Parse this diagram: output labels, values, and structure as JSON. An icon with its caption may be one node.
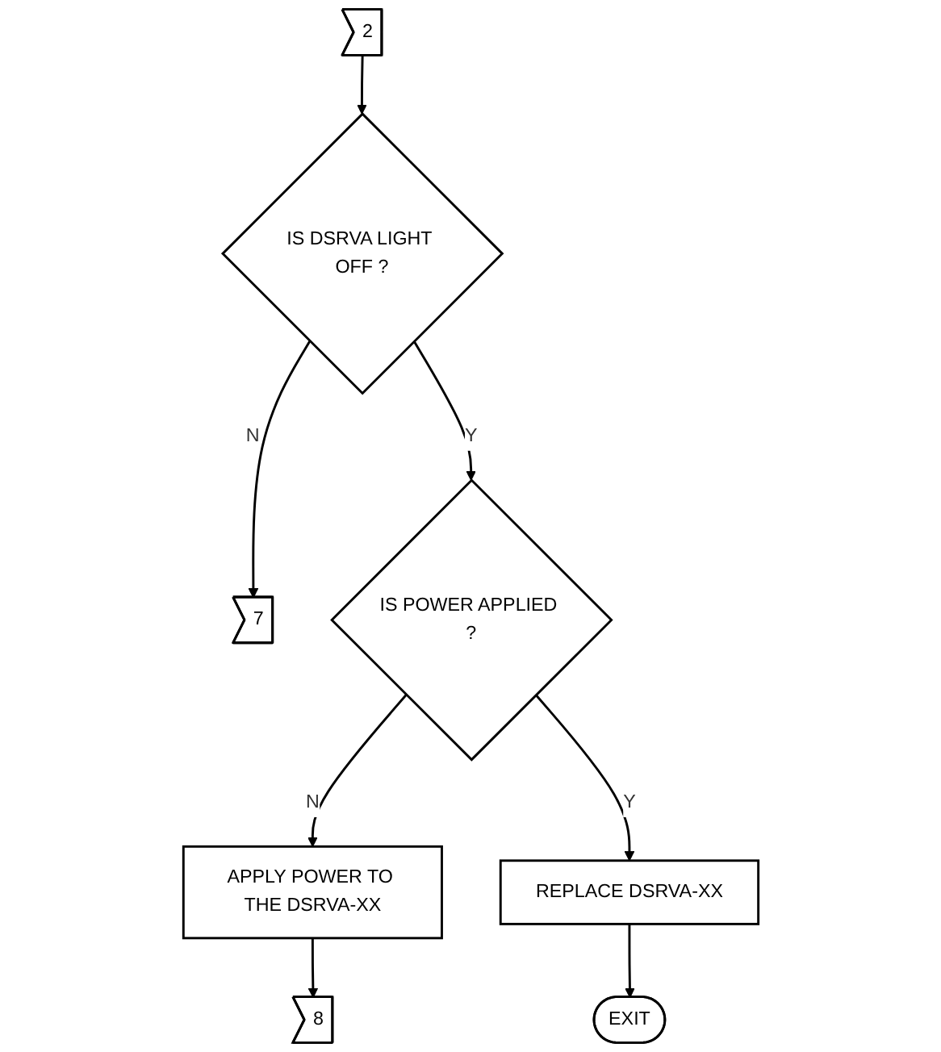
{
  "diagram": {
    "nodes": [
      {
        "text": [
          "2"
        ]
      },
      {
        "text": [
          "IS DSRVA LIGHT OFF ?"
        ]
      },
      {
        "text": [
          "7"
        ]
      },
      {
        "text": [
          "IS POWER APPLIED ?"
        ]
      },
      {
        "text": [
          "APPLY POWER TO THE DSRVA-XX"
        ]
      },
      {
        "text": [
          "REPLACE DSRVA-XX"
        ]
      },
      {
        "text": [
          "EXIT"
        ]
      },
      {
        "text": [
          "8"
        ]
      }
    ],
    "edges": [
      {
        "from": 0,
        "to": 1,
        "arrow": "to"
      },
      {
        "from": 1,
        "to": 2,
        "label": "N",
        "arrow": "to"
      },
      {
        "from": 1,
        "to": 3,
        "label": "Y",
        "arrow": "to"
      },
      {
        "from": 3,
        "to": 4,
        "label": "N",
        "arrow": "to"
      },
      {
        "from": 3,
        "to": 5,
        "label": "Y",
        "arrow": "to"
      },
      {
        "from": 5,
        "to": 6,
        "arrow": "to"
      },
      {
        "from": 4,
        "to": 7,
        "arrow": "to"
      }
    ]
  }
}
